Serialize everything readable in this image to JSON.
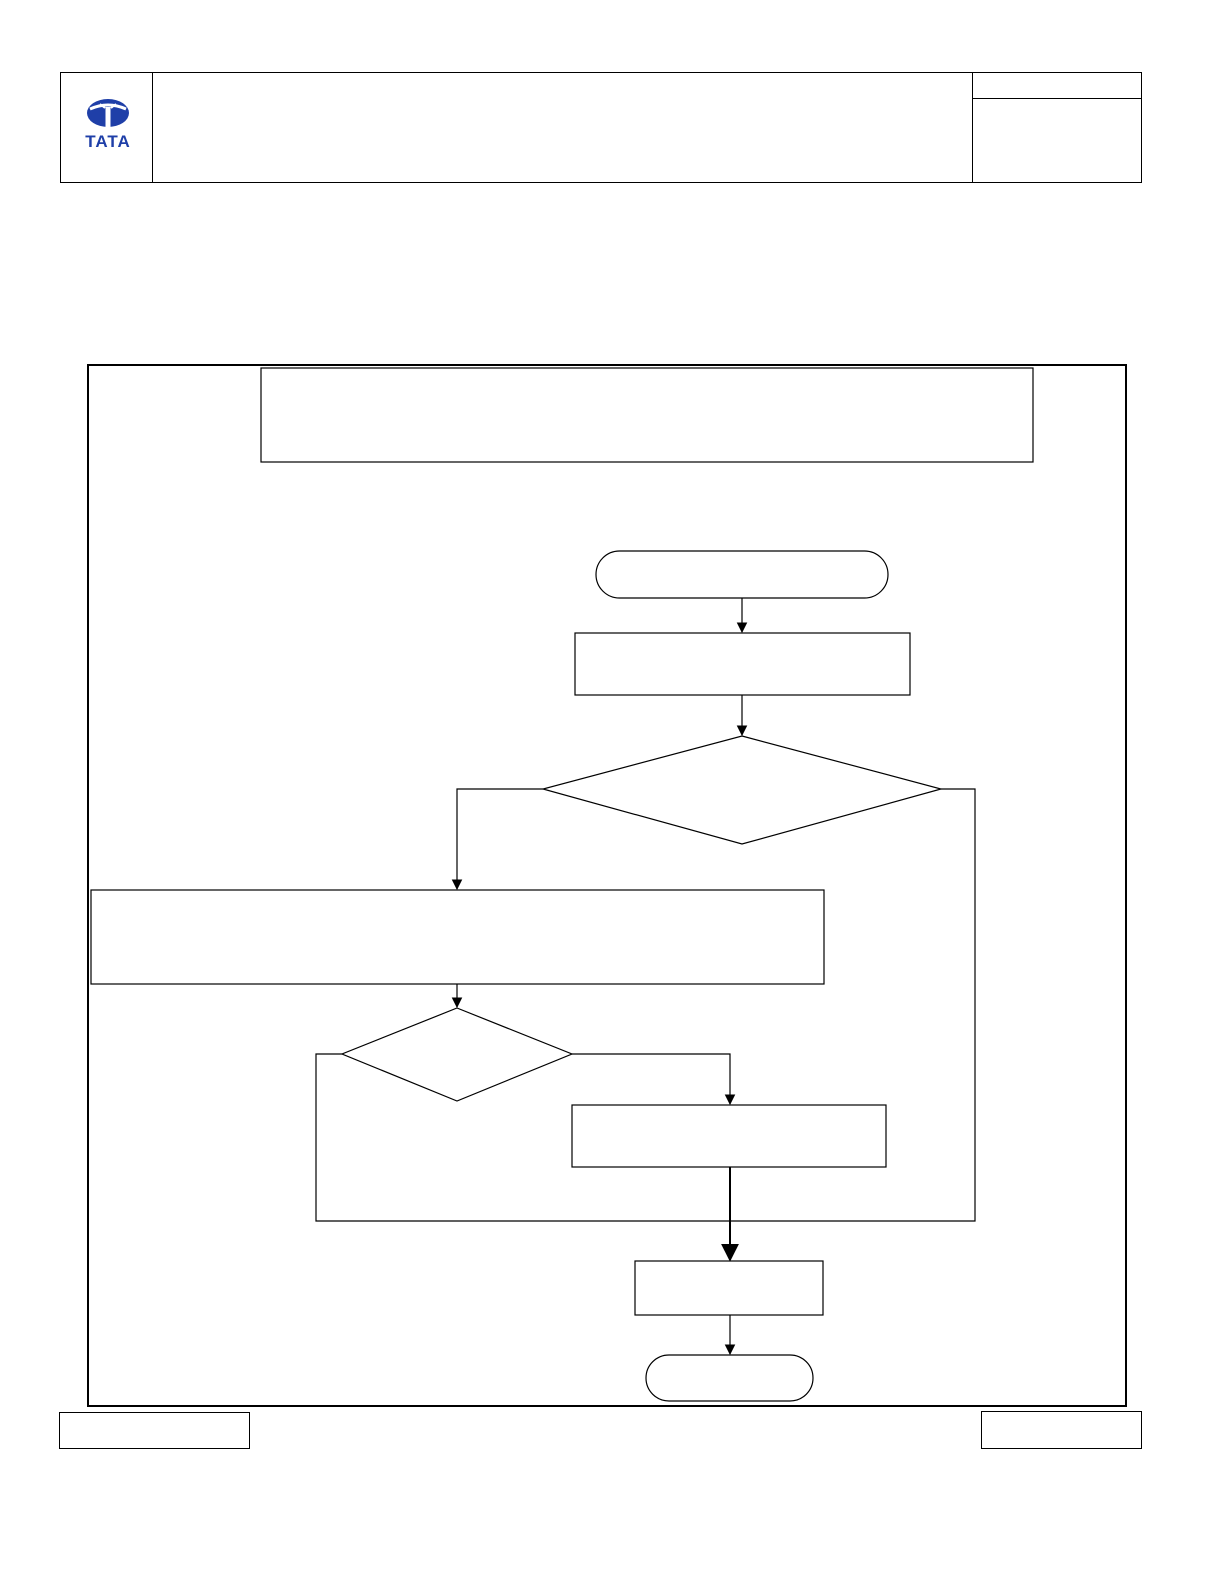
{
  "header": {
    "logo": {
      "icon": "tata-emblem-icon",
      "text": "TATA",
      "color": "#1f3fa8"
    }
  },
  "flowchart": {
    "line_color": "#000000",
    "nodes": [
      {
        "id": "banner",
        "shape": "rectangle",
        "text": ""
      },
      {
        "id": "start",
        "shape": "terminator",
        "text": ""
      },
      {
        "id": "step-1",
        "shape": "process",
        "text": ""
      },
      {
        "id": "decision-1",
        "shape": "decision",
        "text": ""
      },
      {
        "id": "step-2",
        "shape": "process",
        "text": ""
      },
      {
        "id": "decision-2",
        "shape": "decision",
        "text": ""
      },
      {
        "id": "step-3",
        "shape": "process",
        "text": ""
      },
      {
        "id": "step-4",
        "shape": "process",
        "text": ""
      },
      {
        "id": "end",
        "shape": "terminator",
        "text": ""
      }
    ]
  }
}
